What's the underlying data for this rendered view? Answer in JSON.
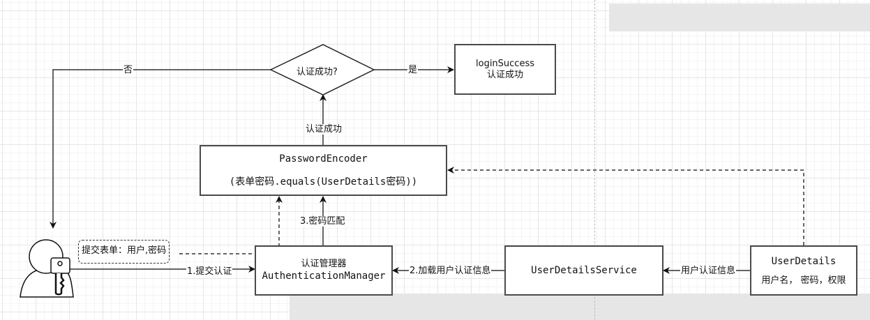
{
  "diagram": {
    "nodes": {
      "decision": {
        "label": "认证成功?"
      },
      "login_success": {
        "line1": "loginSuccess",
        "line2": "认证成功"
      },
      "password_encoder": {
        "title": "PasswordEncoder",
        "expr": "(表单密码.equals(UserDetails密码))"
      },
      "auth_manager": {
        "line1": "认证管理器",
        "line2": "AuthenticationManager"
      },
      "user_details_service": {
        "label": "UserDetailsService"
      },
      "user_details": {
        "title": "UserDetails",
        "subtitle": "用户名， 密码，权限"
      },
      "form_note": {
        "label": "提交表单：用户,密码"
      },
      "user_actor": {
        "icon": "user-key-icon"
      }
    },
    "edges": {
      "no": "否",
      "yes": "是",
      "auth_success": "认证成功",
      "password_match": "3.密码匹配",
      "submit_auth": "1.提交认证",
      "load_user_info": "2.加载用户认证信息",
      "user_auth_info": "用户认证信息"
    }
  }
}
